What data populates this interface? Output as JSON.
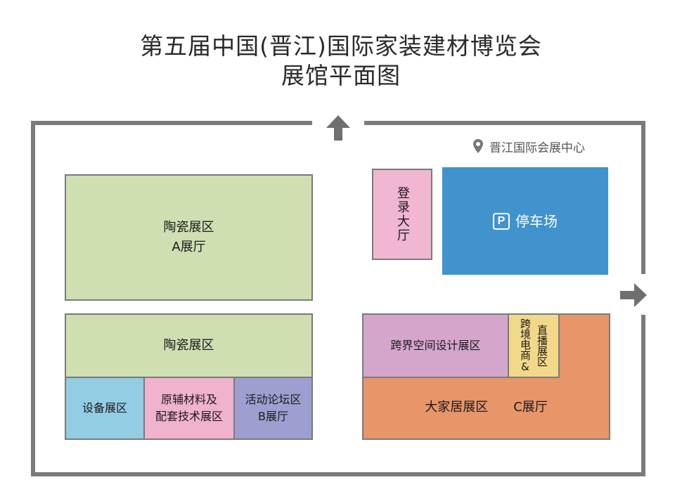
{
  "header": {
    "title_line1": "第五届中国(晋江)国际家装建材博览会",
    "title_line2": "展馆平面图"
  },
  "venue": {
    "label": "晋江国际会展中心",
    "icon": "location-pin-icon"
  },
  "zones": {
    "zone_a": {
      "line1": "陶瓷展区",
      "line2": "A展厅",
      "color": "#cfdfb2"
    },
    "ceramic_b": {
      "label": "陶瓷展区",
      "color": "#cfdfb2"
    },
    "equipment": {
      "label": "设备展区",
      "color": "#93cde3"
    },
    "materials": {
      "line1": "原辅材料及",
      "line2": "配套技术展区",
      "color": "#f0b2cc"
    },
    "forum": {
      "line1": "活动论坛区",
      "line2": "B展厅",
      "color": "#9d9fd1"
    },
    "registration": {
      "label": "登录大厅",
      "color": "#f0b6d2"
    },
    "parking": {
      "label": "停车场",
      "icon_letter": "P",
      "color": "#4193cd"
    },
    "crossover": {
      "label": "跨界空间设计展区",
      "color": "#d4a6cc"
    },
    "ecommerce": {
      "col_right": "跨境电商&",
      "col_left": "直播展区",
      "color": "#f2d98a"
    },
    "home": {
      "label": "大家居展区",
      "hall": "C展厅",
      "color": "#e8956a"
    }
  },
  "colors": {
    "border": "#7b7b7b",
    "zone_border": "#7a7a7a"
  }
}
